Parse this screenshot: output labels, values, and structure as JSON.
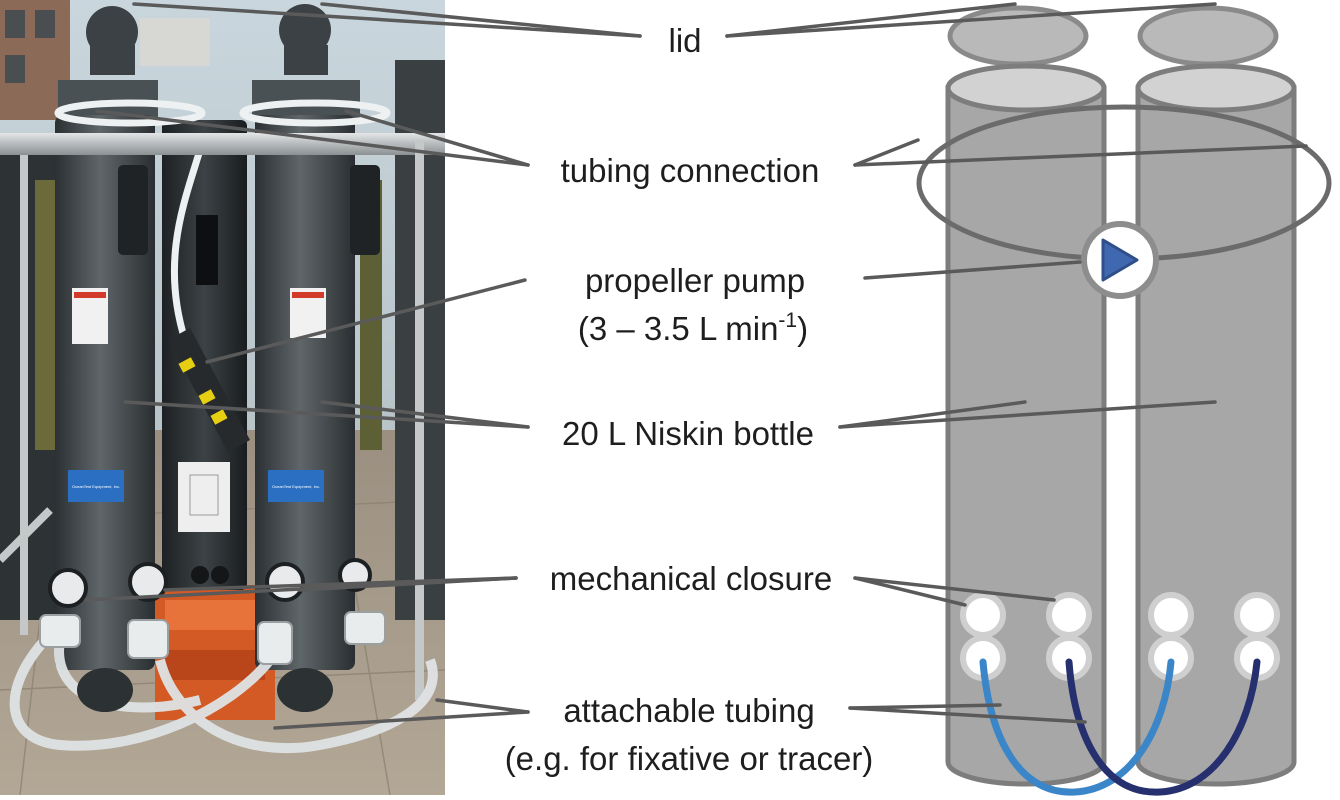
{
  "labels": {
    "lid": "lid",
    "tubing_connection": "tubing connection",
    "propeller_pump": "propeller pump",
    "pump_rate_prefix": "(3 – 3.5 L min",
    "pump_rate_exp": "-1",
    "pump_rate_suffix": ")",
    "niskin_bottle": "20 L Niskin bottle",
    "mechanical_closure": "mechanical closure",
    "attachable_tubing": "attachable tubing",
    "attachable_tubing_note": "(e.g. for fixative or tracer)"
  },
  "photo_labels": {
    "brand_1": "OceanTest Equipment, Inc.",
    "brand_2": "OceanTest Equipment, Inc."
  },
  "icons": {
    "pump": "play-triangle-icon"
  },
  "colors": {
    "bottle_fill": "#a7a7a7",
    "bottle_stroke": "#7d7d7d",
    "lid_fill": "#b9b9b9",
    "pump_icon": "#3f68b0",
    "tubing_light": "#3a86c8",
    "tubing_dark": "#26306e",
    "leader_line": "#5a5a5a"
  }
}
